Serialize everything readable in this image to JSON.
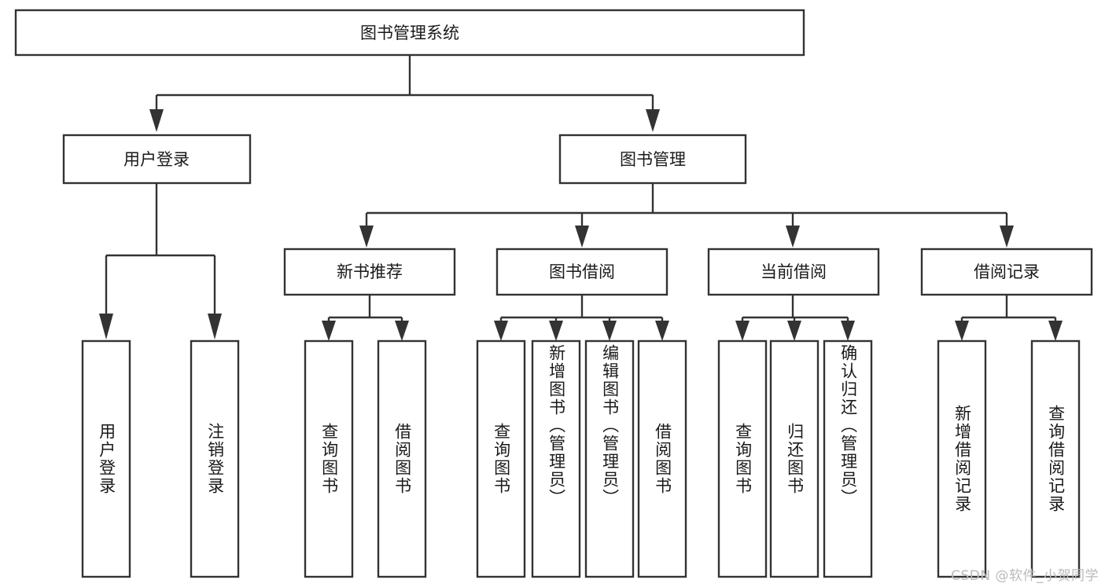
{
  "diagram": {
    "type": "tree",
    "title": "图书管理系统",
    "watermark": "CSDN @软件_小贺同学",
    "colors": {
      "stroke": "#333333",
      "box_fill": "#ffffff",
      "text": "#1a1a1a",
      "background": "#ffffff",
      "watermark": "#b9b9b9"
    },
    "root": {
      "label": "图书管理系统"
    },
    "level2": [
      {
        "label": "用户登录"
      },
      {
        "label": "图书管理"
      }
    ],
    "level3": [
      {
        "label": "新书推荐"
      },
      {
        "label": "图书借阅"
      },
      {
        "label": "当前借阅"
      },
      {
        "label": "借阅记录"
      }
    ],
    "leaves": {
      "user_login": [
        {
          "label": "用户登录"
        },
        {
          "label": "注销登录"
        }
      ],
      "new_book_recommend": [
        {
          "label": "查询图书"
        },
        {
          "label": "借阅图书"
        }
      ],
      "book_borrow": [
        {
          "label": "查询图书"
        },
        {
          "label": "新增图书（管理员）"
        },
        {
          "label": "编辑图书（管理员）"
        },
        {
          "label": "借阅图书"
        }
      ],
      "current_borrow": [
        {
          "label": "查询图书"
        },
        {
          "label": "归还图书"
        },
        {
          "label": "确认归还（管理员）"
        }
      ],
      "borrow_record": [
        {
          "label": "新增借阅记录"
        },
        {
          "label": "查询借阅记录"
        }
      ]
    }
  }
}
